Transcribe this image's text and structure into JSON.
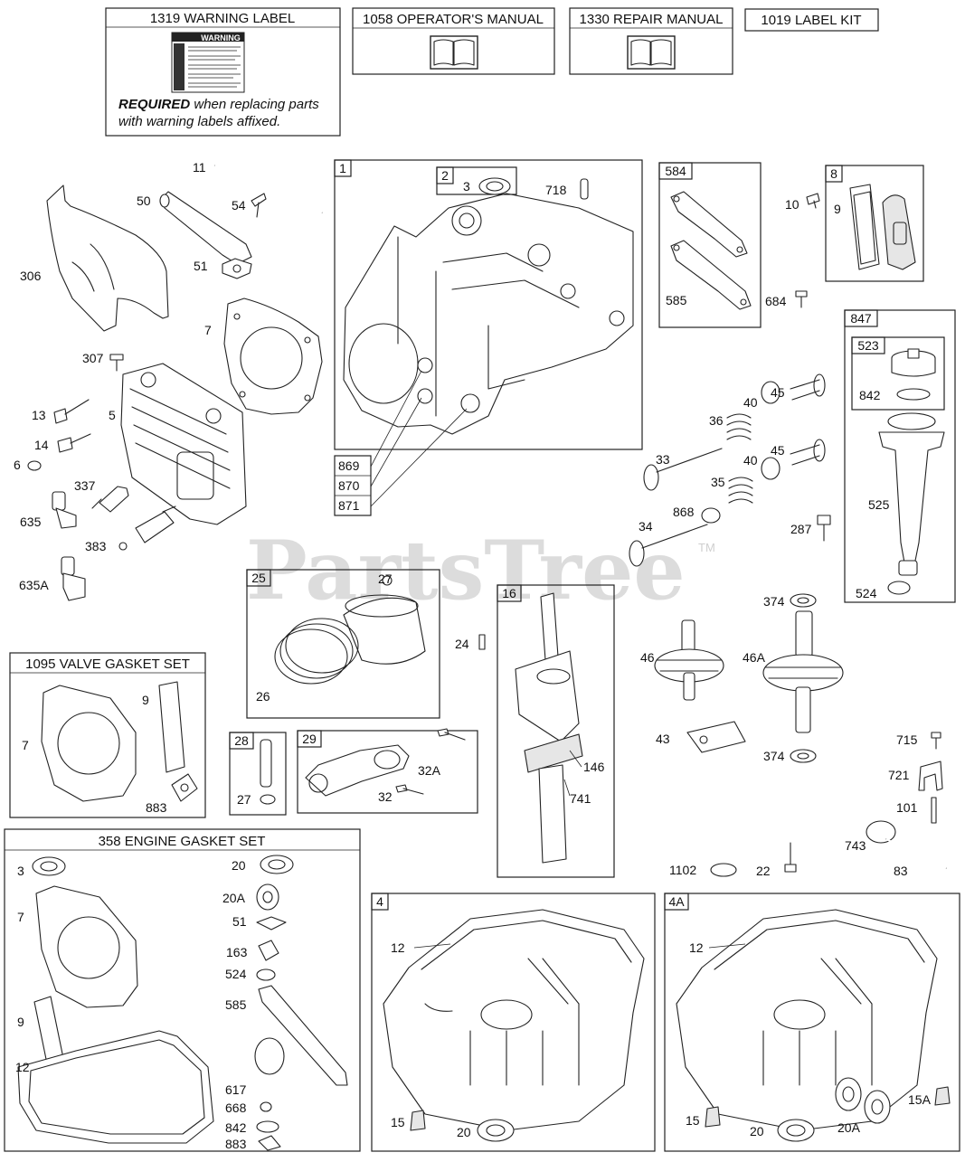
{
  "watermark": "PartsTree",
  "watermark_tm": "TM",
  "headers": {
    "warning_label": "1319 WARNING LABEL",
    "operators_manual": "1058 OPERATOR'S MANUAL",
    "repair_manual": "1330 REPAIR MANUAL",
    "label_kit": "1019 LABEL KIT",
    "valve_gasket_set": "1095 VALVE GASKET SET",
    "engine_gasket_set": "358 ENGINE GASKET SET"
  },
  "warning": {
    "sticker_title": "WARNING",
    "required_bold": "REQUIRED",
    "required_rest": " when replacing parts",
    "line2": "with warning labels affixed."
  },
  "box_numbers": {
    "b1": "1",
    "b2": "2",
    "b584": "584",
    "b8": "8",
    "b847": "847",
    "b523": "523",
    "b25": "25",
    "b16": "16",
    "b28": "28",
    "b29": "29",
    "b4": "4",
    "b4A": "4A"
  },
  "labels": {
    "p11": "11",
    "p50": "50",
    "p54": "54",
    "p51": "51",
    "p306": "306",
    "p7": "7",
    "p307": "307",
    "p13": "13",
    "p5": "5",
    "p14": "14",
    "p6": "6",
    "p337": "337",
    "p635": "635",
    "p383": "383",
    "p635A": "635A",
    "p3": "3",
    "p718": "718",
    "p869": "869",
    "p870": "870",
    "p871": "871",
    "p585": "585",
    "p684": "684",
    "p10": "10",
    "p9": "9",
    "p842": "842",
    "p525": "525",
    "p524": "524",
    "p40a": "40",
    "p45a": "45",
    "p36": "36",
    "p33": "33",
    "p40b": "40",
    "p45b": "45",
    "p35": "35",
    "p868": "868",
    "p34": "34",
    "p287": "287",
    "p27a": "27",
    "p26": "26",
    "p24": "24",
    "p146": "146",
    "p741": "741",
    "p374a": "374",
    "p46": "46",
    "p46A": "46A",
    "p43": "43",
    "p374b": "374",
    "p715": "715",
    "p721": "721",
    "p101": "101",
    "p743": "743",
    "p83": "83",
    "p1102": "1102",
    "p22": "22",
    "vg7": "7",
    "vg9": "9",
    "vg883": "883",
    "p27b": "27",
    "p32A": "32A",
    "p32": "32",
    "eg3": "3",
    "eg7": "7",
    "eg9": "9",
    "eg12": "12",
    "eg20": "20",
    "eg20A": "20A",
    "eg51": "51",
    "eg163": "163",
    "eg524": "524",
    "eg585": "585",
    "eg617": "617",
    "eg668": "668",
    "eg842": "842",
    "eg883": "883",
    "s4_12": "12",
    "s4_15": "15",
    "s4_20": "20",
    "s4A_12": "12",
    "s4A_15": "15",
    "s4A_20": "20",
    "s4A_20A": "20A",
    "s4A_15A": "15A"
  }
}
